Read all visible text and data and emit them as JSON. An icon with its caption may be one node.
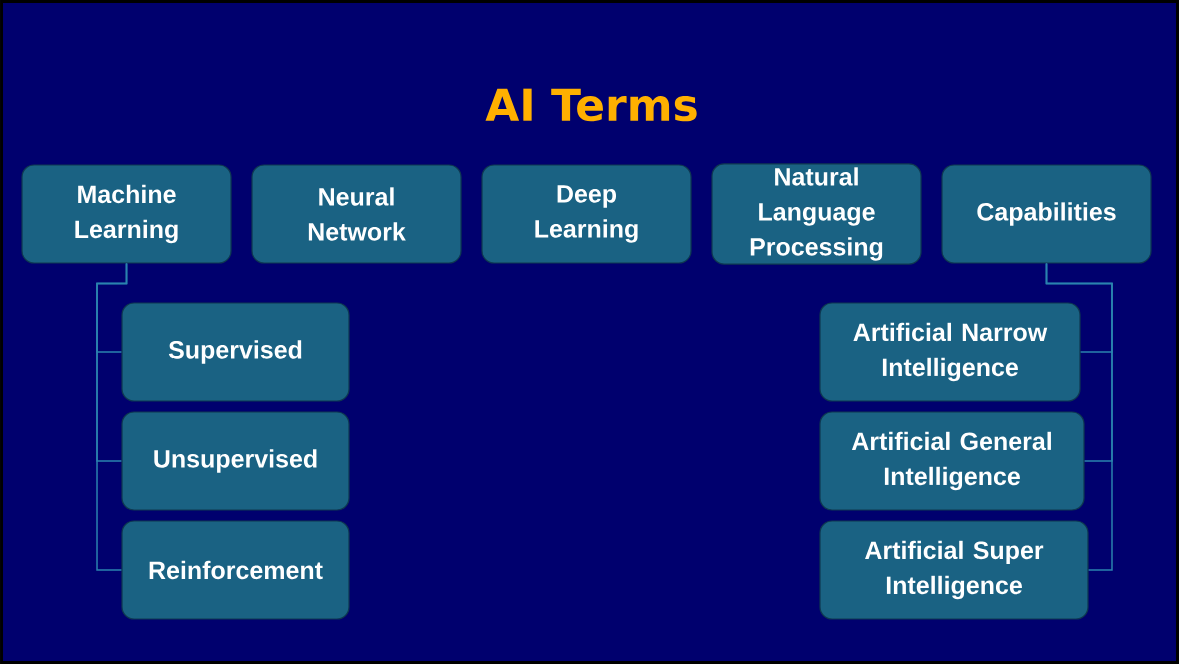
{
  "diagram": {
    "title": "AI Terms",
    "nodes": [
      {
        "text": [
          "Machine Learning"
        ]
      },
      {
        "text": [
          "Neural Network"
        ]
      },
      {
        "text": [
          "Deep Learning"
        ]
      },
      {
        "text": [
          "Natural Language Processing"
        ]
      },
      {
        "text": [
          "Capabilities"
        ]
      },
      {
        "text": [
          "Supervised"
        ]
      },
      {
        "text": [
          "Unsupervised"
        ]
      },
      {
        "text": [
          "Reinforcement"
        ]
      },
      {
        "text": [
          "Artificial Narrow Intelligence"
        ]
      },
      {
        "text": [
          "Artificial General Intelligence"
        ]
      },
      {
        "text": [
          "Artificial Super Intelligence"
        ]
      }
    ],
    "edges": [
      {
        "from": 0,
        "to": 5,
        "arrow": "none"
      },
      {
        "from": 0,
        "to": 6,
        "arrow": "none"
      },
      {
        "from": 0,
        "to": 7,
        "arrow": "none"
      },
      {
        "from": 4,
        "to": 8,
        "arrow": "none"
      },
      {
        "from": 4,
        "to": 9,
        "arrow": "none"
      },
      {
        "from": 4,
        "to": 10,
        "arrow": "none"
      }
    ]
  }
}
